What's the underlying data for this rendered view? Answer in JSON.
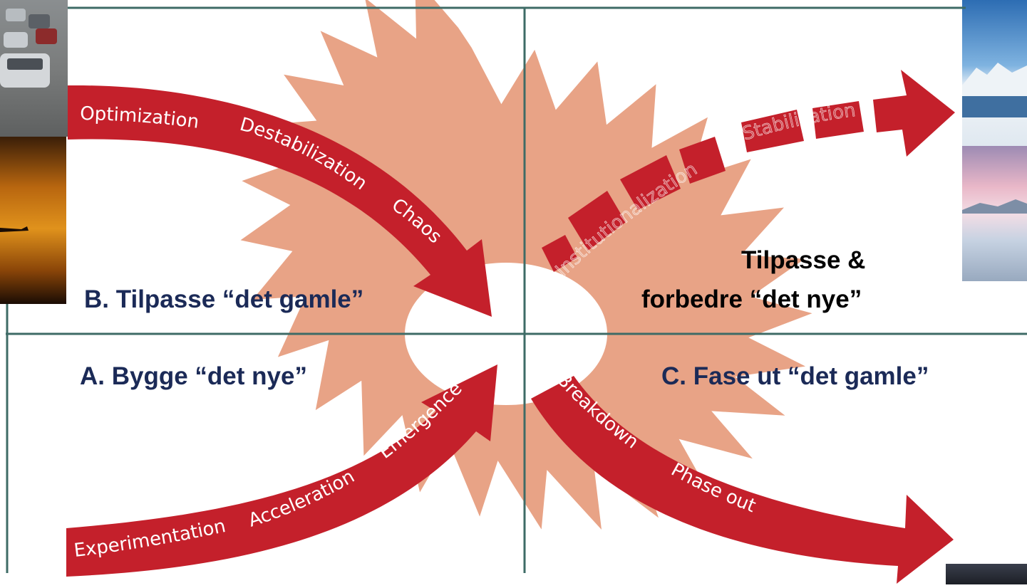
{
  "quadrant_labels": {
    "b": "B. Tilpasse “det gamle”",
    "d_line1": "Tilpasse &",
    "d_line2": "forbedre “det nye”",
    "a": "A. Bygge “det nye”",
    "c": "C. Fase ut “det gamle”"
  },
  "arrow_labels": {
    "optimization": "Optimization",
    "destabilization": "Destabilization",
    "chaos": "Chaos",
    "institutionalization": "Institutionalization",
    "stabilization": "Stabilization",
    "experimentation": "Experimentation",
    "acceleration": "Acceleration",
    "emergence": "Emergence",
    "breakdown": "Breakdown",
    "phase_out": "Phase out"
  },
  "colors": {
    "arrow_red": "#c4202b",
    "starburst": "#e8a386",
    "grid_line": "#3e6b66",
    "label_text": "#1b2a57"
  }
}
